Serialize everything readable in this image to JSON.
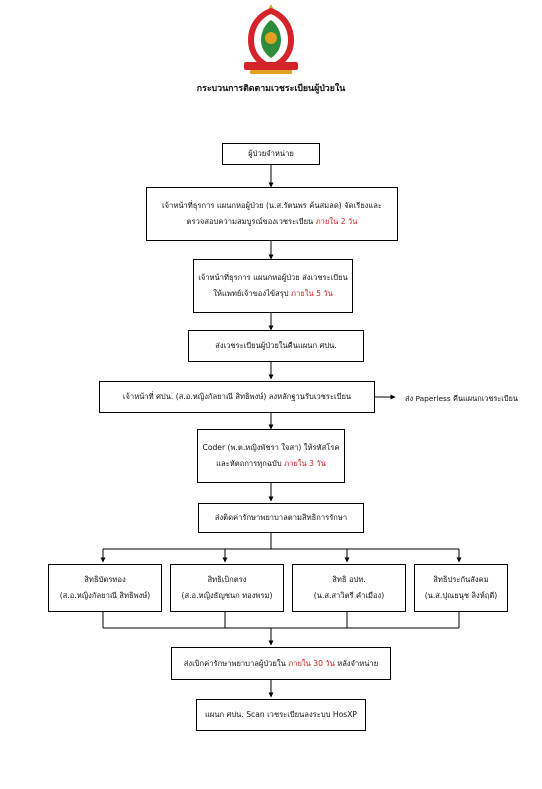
{
  "title": "กระบวนการติดตามเวชระเบียนผู้ป่วยใน",
  "steps": {
    "discharge": {
      "text": "ผู้ป่วยจำหน่าย"
    },
    "ward_clerk": {
      "line1": "เจ้าหน้าที่ธุรการ แผนกหอผู้ป่วย (น.ส.รัตนพร ค้นสมลด) จัดเรียงและ",
      "line2a": "ตรวจสอบความสมบูรณ์ของเวชระเบียน ",
      "line2b": "ภายใน 2 วัน"
    },
    "to_doctor": {
      "line1": "เจ้าหน้าที่ธุรการ แผนกหอผู้ป่วย ส่งเวชระเบียน",
      "line2a": "ให้แพทย์เจ้าของไข้สรุป ",
      "line2b": "ภายใน 5 วัน"
    },
    "to_records": {
      "text": "ส่งเวชระเบียนผู้ป่วยในคืนแผนก ศปน."
    },
    "receive": {
      "text": "เจ้าหน้าที่ ศปน. (ส.อ.หญิงกัลยาณี สิทธิพงษ์) ลงหลักฐานรับเวชระเบียน"
    },
    "paperless": {
      "text": "ส่ง Paperless คืนแผนกเวชระเบียน"
    },
    "coder": {
      "line1": "Coder  (พ.ต.หญิงพัชรา ใจสา) ให้รหัสโรค",
      "line2a": "และหัตถการทุกฉบับ ",
      "line2b": "ภายใน 3 วัน"
    },
    "billing": {
      "text": "ส่งติดค่ารักษาพยาบาลตามสิทธิการรักษา"
    },
    "rights": [
      {
        "line1": "สิทธิบัตรทอง",
        "line2": "(ส.อ.หญิงกัลยาณี สิทธิพงษ์)"
      },
      {
        "line1": "สิทธิเบิกตรง",
        "line2": "(ส.อ.หญิงธัญชนก ทองพรม)"
      },
      {
        "line1": "สิทธิ อปท.",
        "line2": "(น.ส.สาวิตรี คำเมือง)"
      },
      {
        "line1": "สิทธิประกันสังคม",
        "line2": "(น.ส.ปุณยนุช ลิงห์ฤดี)"
      }
    ],
    "claim": {
      "line1a": "ส่งเบิกค่ารักษาพยาบาลผู้ป่วยใน ",
      "line1b": "ภายใน 30 วัน",
      "line1c": " หลังจำหน่าย"
    },
    "scan": {
      "text": "แผนก ศปน. Scan เวชระเบียนลงระบบ HosXP"
    }
  },
  "colors": {
    "highlight": "#d32020",
    "border": "#000000",
    "logo_red": "#d4242a",
    "logo_green": "#2e8b3a",
    "logo_gold": "#e0a020"
  },
  "icons": {
    "logo": "hospital-emblem-icon"
  }
}
